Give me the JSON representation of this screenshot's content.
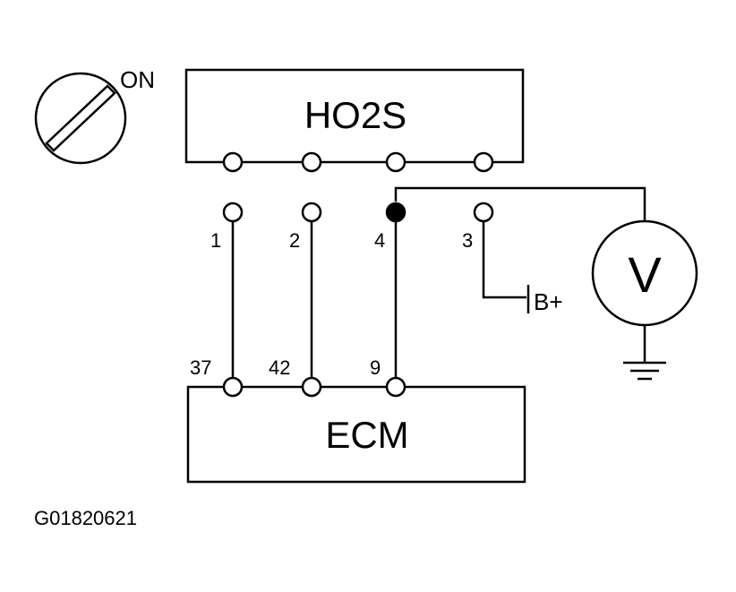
{
  "switch": {
    "state_label": "ON"
  },
  "sensor": {
    "label": "HO2S"
  },
  "ecm": {
    "label": "ECM"
  },
  "harness_pins": [
    "1",
    "2",
    "4",
    "3"
  ],
  "ecm_pins": [
    "37",
    "42",
    "9"
  ],
  "battery": {
    "label": "B+"
  },
  "voltmeter": {
    "label": "V"
  },
  "figure_code": "G01820621"
}
